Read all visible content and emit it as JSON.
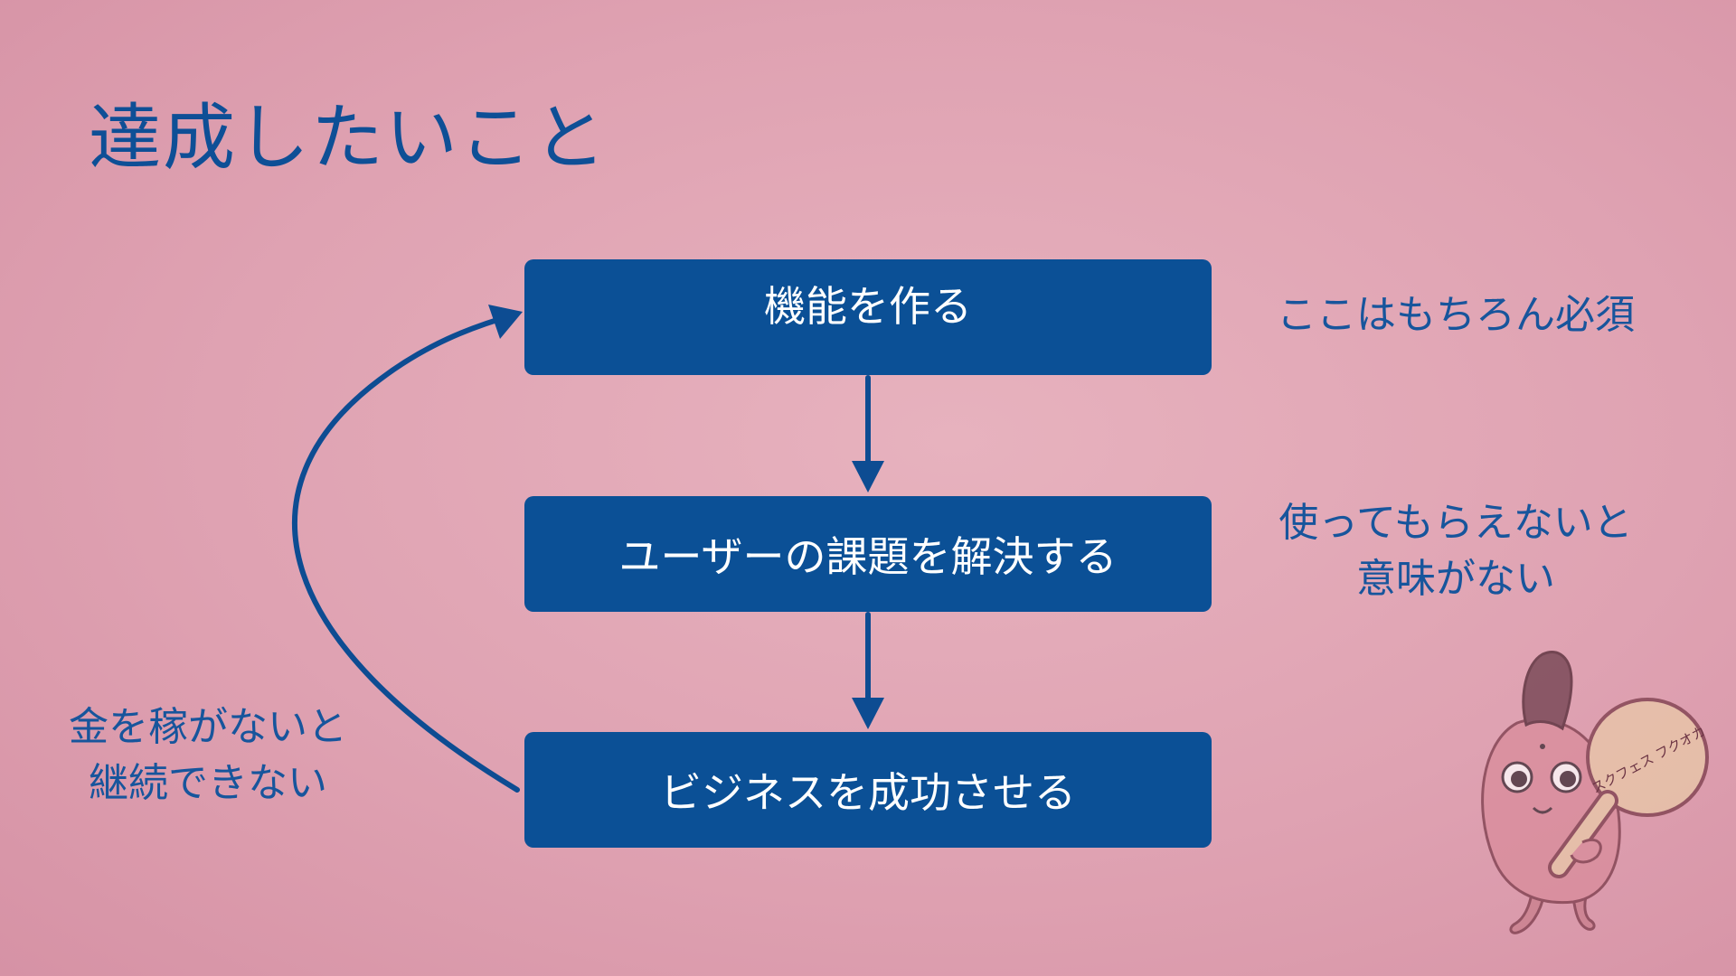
{
  "slide": {
    "title": "達成したいこと"
  },
  "flow": {
    "steps": [
      {
        "label": "機能を作る"
      },
      {
        "label": "ユーザーの課題を解決する"
      },
      {
        "label": "ビジネスを成功させる"
      }
    ]
  },
  "notes": {
    "step1": "ここはもちろん必須",
    "step2_line1": "使ってもらえないと",
    "step2_line2": "意味がない",
    "loop_line1": "金を稼がないと",
    "loop_line2": "継続できない"
  },
  "mascot": {
    "sign_text": "スクフェス フクオカ"
  },
  "colors": {
    "accent": "#0b5096",
    "text_blue": "#17559c",
    "background": "#e0a7b5"
  }
}
